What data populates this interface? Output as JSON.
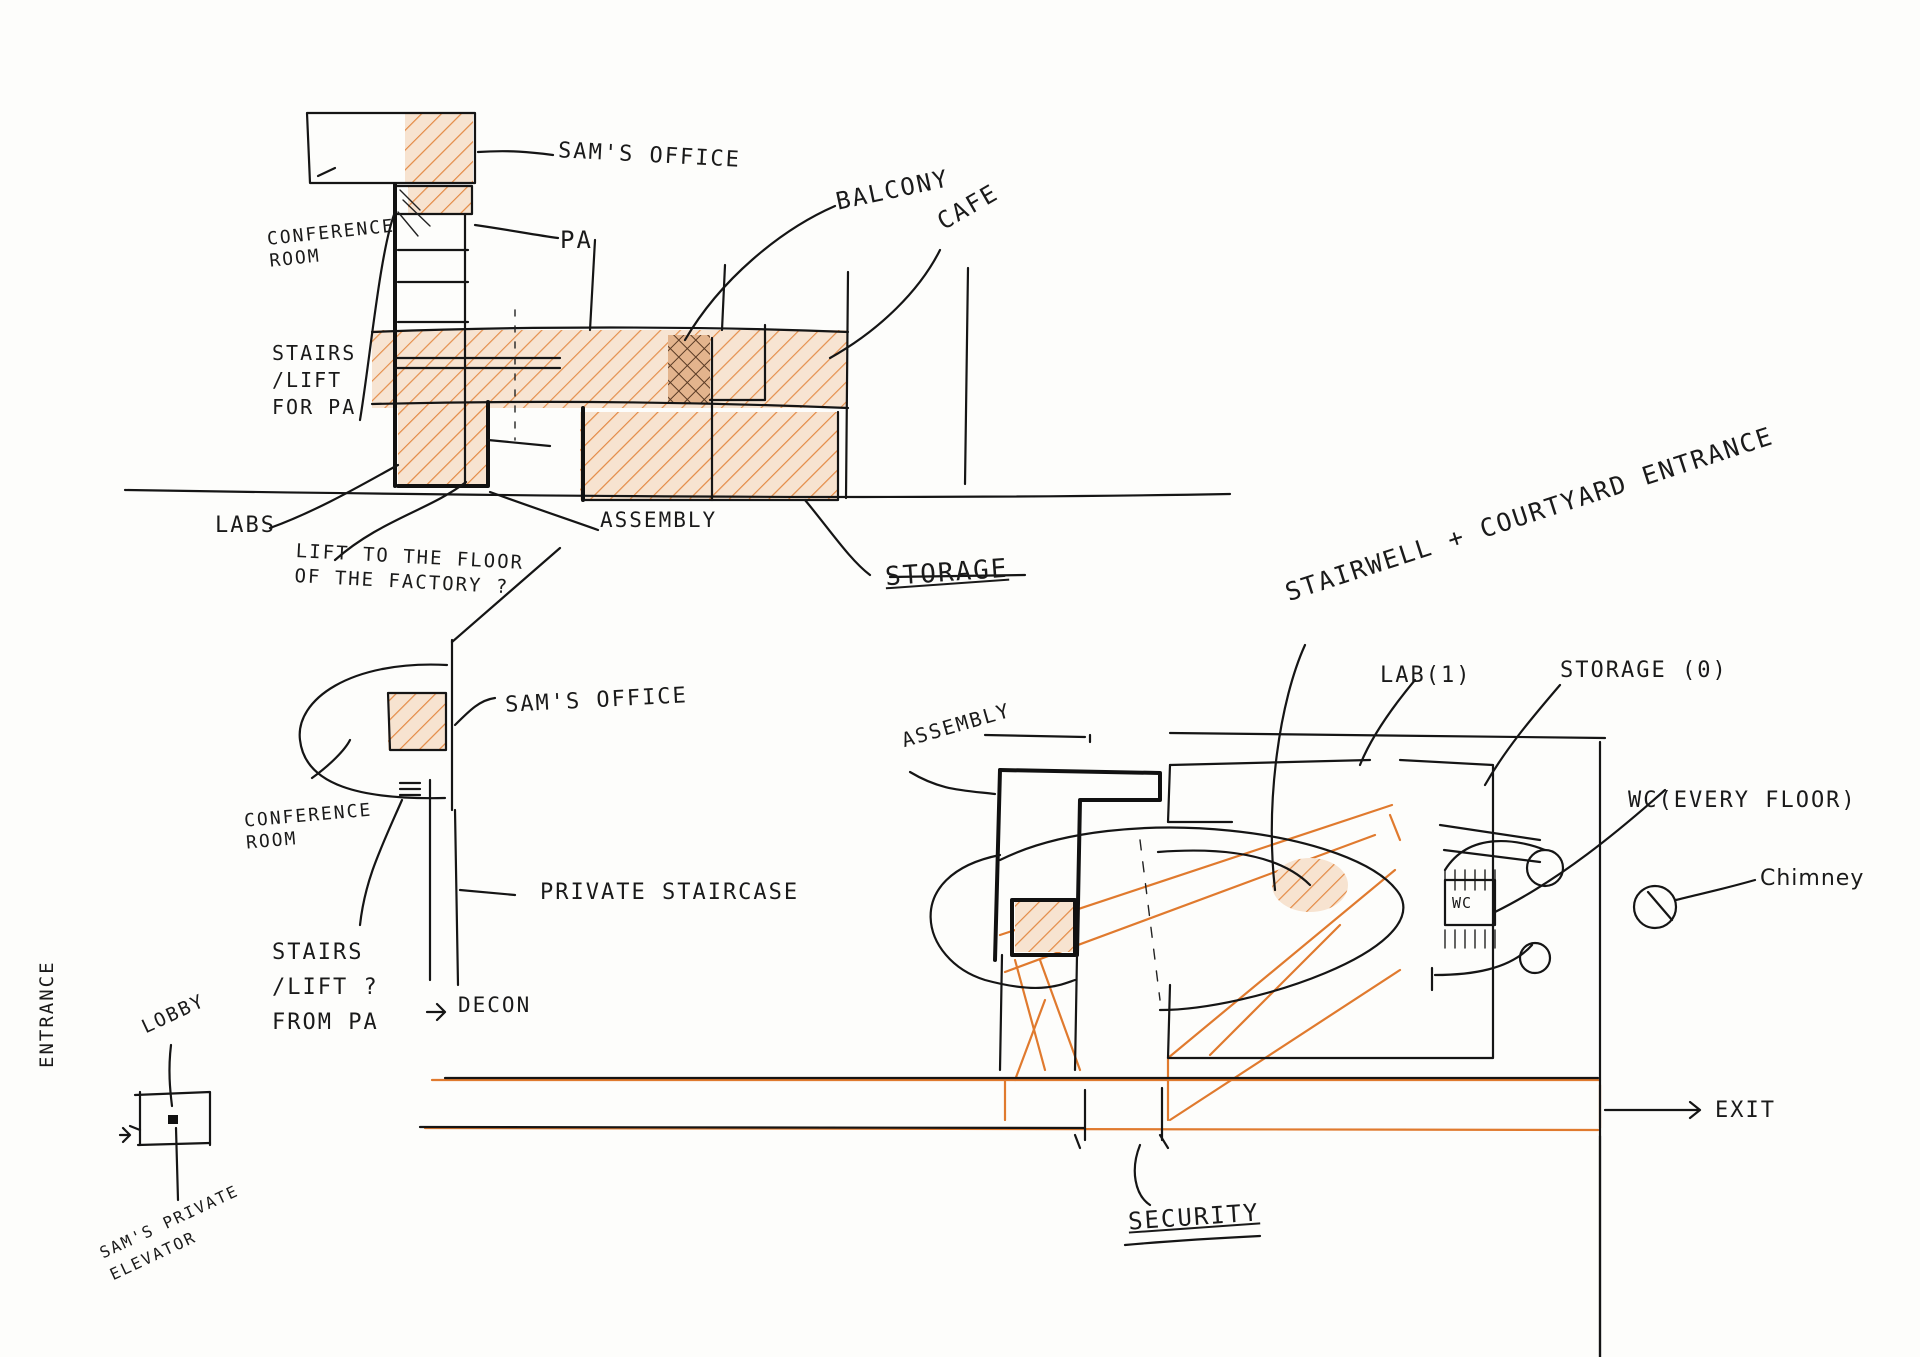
{
  "labels": {
    "sams_office_top": "SAM'S OFFICE",
    "balcony": "BALCONY",
    "cafe": "CAFE",
    "conference_room_top": "CONFERENCE ROOM",
    "pa": "PA",
    "stairs_lift_pa": "STAIRS /LIFT FOR PA",
    "labs": "LABS",
    "lift_factory": "LIFT TO THE FLOOR OF THE FACTORY ?",
    "assembly_top": "ASSEMBLY",
    "storage_top": "STORAGE",
    "stairwell": "STAIRWELL + COURTYARD ENTRANCE",
    "sams_office_mid": "SAM'S OFFICE",
    "conference_room_mid": "CONFERENCE ROOM",
    "private_staircase": "PRIVATE STAIRCASE",
    "stairs_lift_from_pa": "STAIRS /LIFT ? FROM PA",
    "decon": "DECON",
    "assembly_plan": "ASSEMBLY",
    "lab1": "LAB(1)",
    "storage0": "STORAGE (0)",
    "wc_every_floor": "WC(EVERY FLOOR)",
    "wc": "WC",
    "chimney": "Chimney",
    "exit": "EXIT",
    "security": "SECURITY",
    "entrance": "ENTRANCE",
    "lobby": "LOBBY",
    "sams_private_elevator": "SAM'S PRIVATE ELEVATOR"
  },
  "colors": {
    "ink": "#151515",
    "marker": "#e07a2e",
    "paper": "#fdfdfb"
  }
}
